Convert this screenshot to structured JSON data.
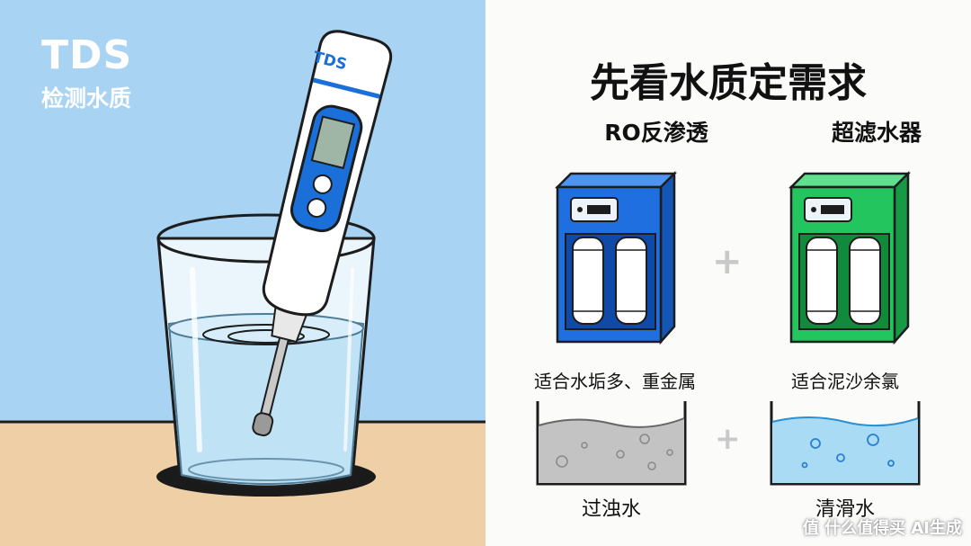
{
  "left": {
    "title": "TDS",
    "subtitle": "检测水质",
    "meter_label": "TDS",
    "colors": {
      "sky": "#a9d3f3",
      "table": "#efd0a6",
      "meter_blue": "#1a6fd8"
    }
  },
  "right": {
    "headline": "先看水质定需求",
    "ro": {
      "title": "RO反渗透",
      "caption": "适合水垢多、重金属",
      "water_label": "过浊水",
      "color": "#1f6fe0"
    },
    "uf": {
      "title": "超滤水器",
      "caption": "适合泥沙余氯",
      "water_label": "清滑水",
      "color": "#22c55e"
    },
    "plus_sign": "+"
  },
  "watermark": "值 什么值得买 AI生成"
}
